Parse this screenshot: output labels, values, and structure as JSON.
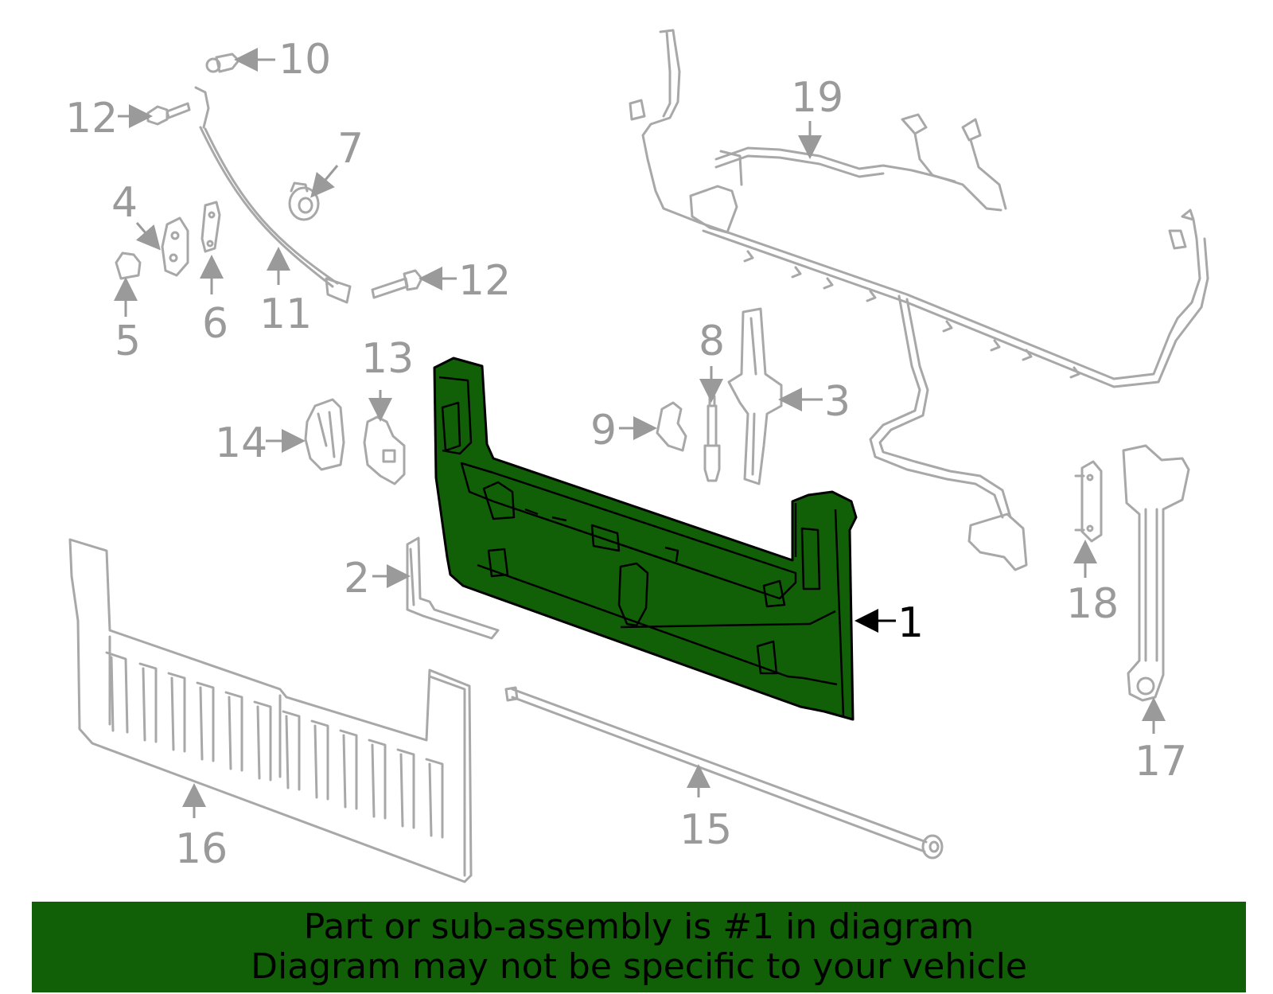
{
  "callouts": {
    "c1": "1",
    "c2": "2",
    "c3": "3",
    "c4": "4",
    "c5": "5",
    "c6": "6",
    "c7": "7",
    "c8": "8",
    "c9": "9",
    "c10": "10",
    "c11": "11",
    "c12a": "12",
    "c12b": "12",
    "c13": "13",
    "c14": "14",
    "c15": "15",
    "c16": "16",
    "c17": "17",
    "c18": "18",
    "c19": "19"
  },
  "banner": {
    "line1": "Part or sub-assembly is #1 in diagram",
    "line2": "Diagram may not be specific to your vehicle"
  },
  "colors": {
    "highlight": "#116008",
    "parts_outline": "#a8a8a8",
    "callout_text": "#9a9a9a"
  }
}
